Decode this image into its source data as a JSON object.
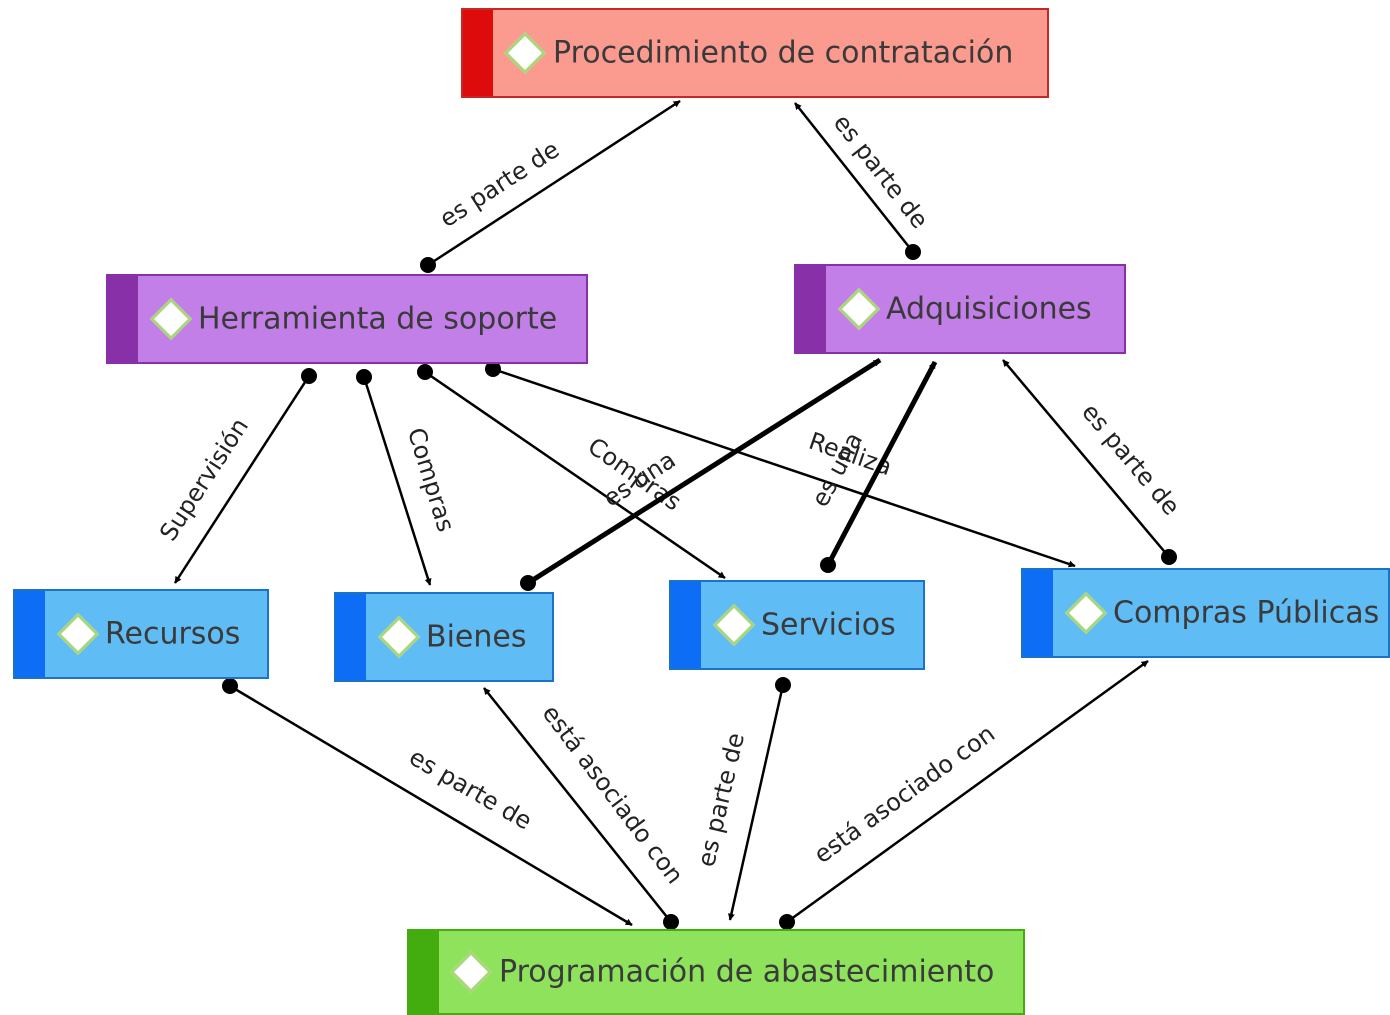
{
  "nodes": {
    "procedimiento": {
      "label": "Procedimiento de contratación"
    },
    "herramienta": {
      "label": "Herramienta de soporte"
    },
    "adquisiciones": {
      "label": "Adquisiciones"
    },
    "recursos": {
      "label": "Recursos"
    },
    "bienes": {
      "label": "Bienes"
    },
    "servicios": {
      "label": "Servicios"
    },
    "compras_publicas": {
      "label": "Compras Públicas"
    },
    "programacion": {
      "label": "Programación de abastecimiento"
    }
  },
  "links": [
    {
      "from": "herramienta",
      "to": "procedimiento",
      "label": "es parte de"
    },
    {
      "from": "adquisiciones",
      "to": "procedimiento",
      "label": "es parte de"
    },
    {
      "from": "herramienta",
      "to": "recursos",
      "label": "Supervisión"
    },
    {
      "from": "herramienta",
      "to": "bienes",
      "label": "Compras"
    },
    {
      "from": "herramienta",
      "to": "servicios",
      "label": "Compras"
    },
    {
      "from": "herramienta",
      "to": "compras_publicas",
      "label": "Realiza"
    },
    {
      "from": "bienes",
      "to": "adquisiciones",
      "label": "es una"
    },
    {
      "from": "servicios",
      "to": "adquisiciones",
      "label": "es una"
    },
    {
      "from": "compras_publicas",
      "to": "adquisiciones",
      "label": "es parte de"
    },
    {
      "from": "recursos",
      "to": "programacion",
      "label": "es parte de"
    },
    {
      "from": "programacion",
      "to": "bienes",
      "label": "está asociado con"
    },
    {
      "from": "servicios",
      "to": "programacion",
      "label": "es parte de"
    },
    {
      "from": "programacion",
      "to": "compras_publicas",
      "label": "está asociado con"
    }
  ],
  "colors": {
    "red_fill": "#fb9a8f",
    "red_stripe": "#dd0b0b",
    "red_border": "#c62828",
    "purple_fill": "#c37fe8",
    "purple_stripe": "#8730a8",
    "purple_border": "#8730a8",
    "blue_fill": "#5fbcf4",
    "blue_stripe": "#0d6ef5",
    "blue_border": "#1a73c7",
    "green_fill": "#8ee25c",
    "green_stripe": "#43ad10",
    "green_border": "#43ad10",
    "diamond_border": "#a9d67a"
  }
}
